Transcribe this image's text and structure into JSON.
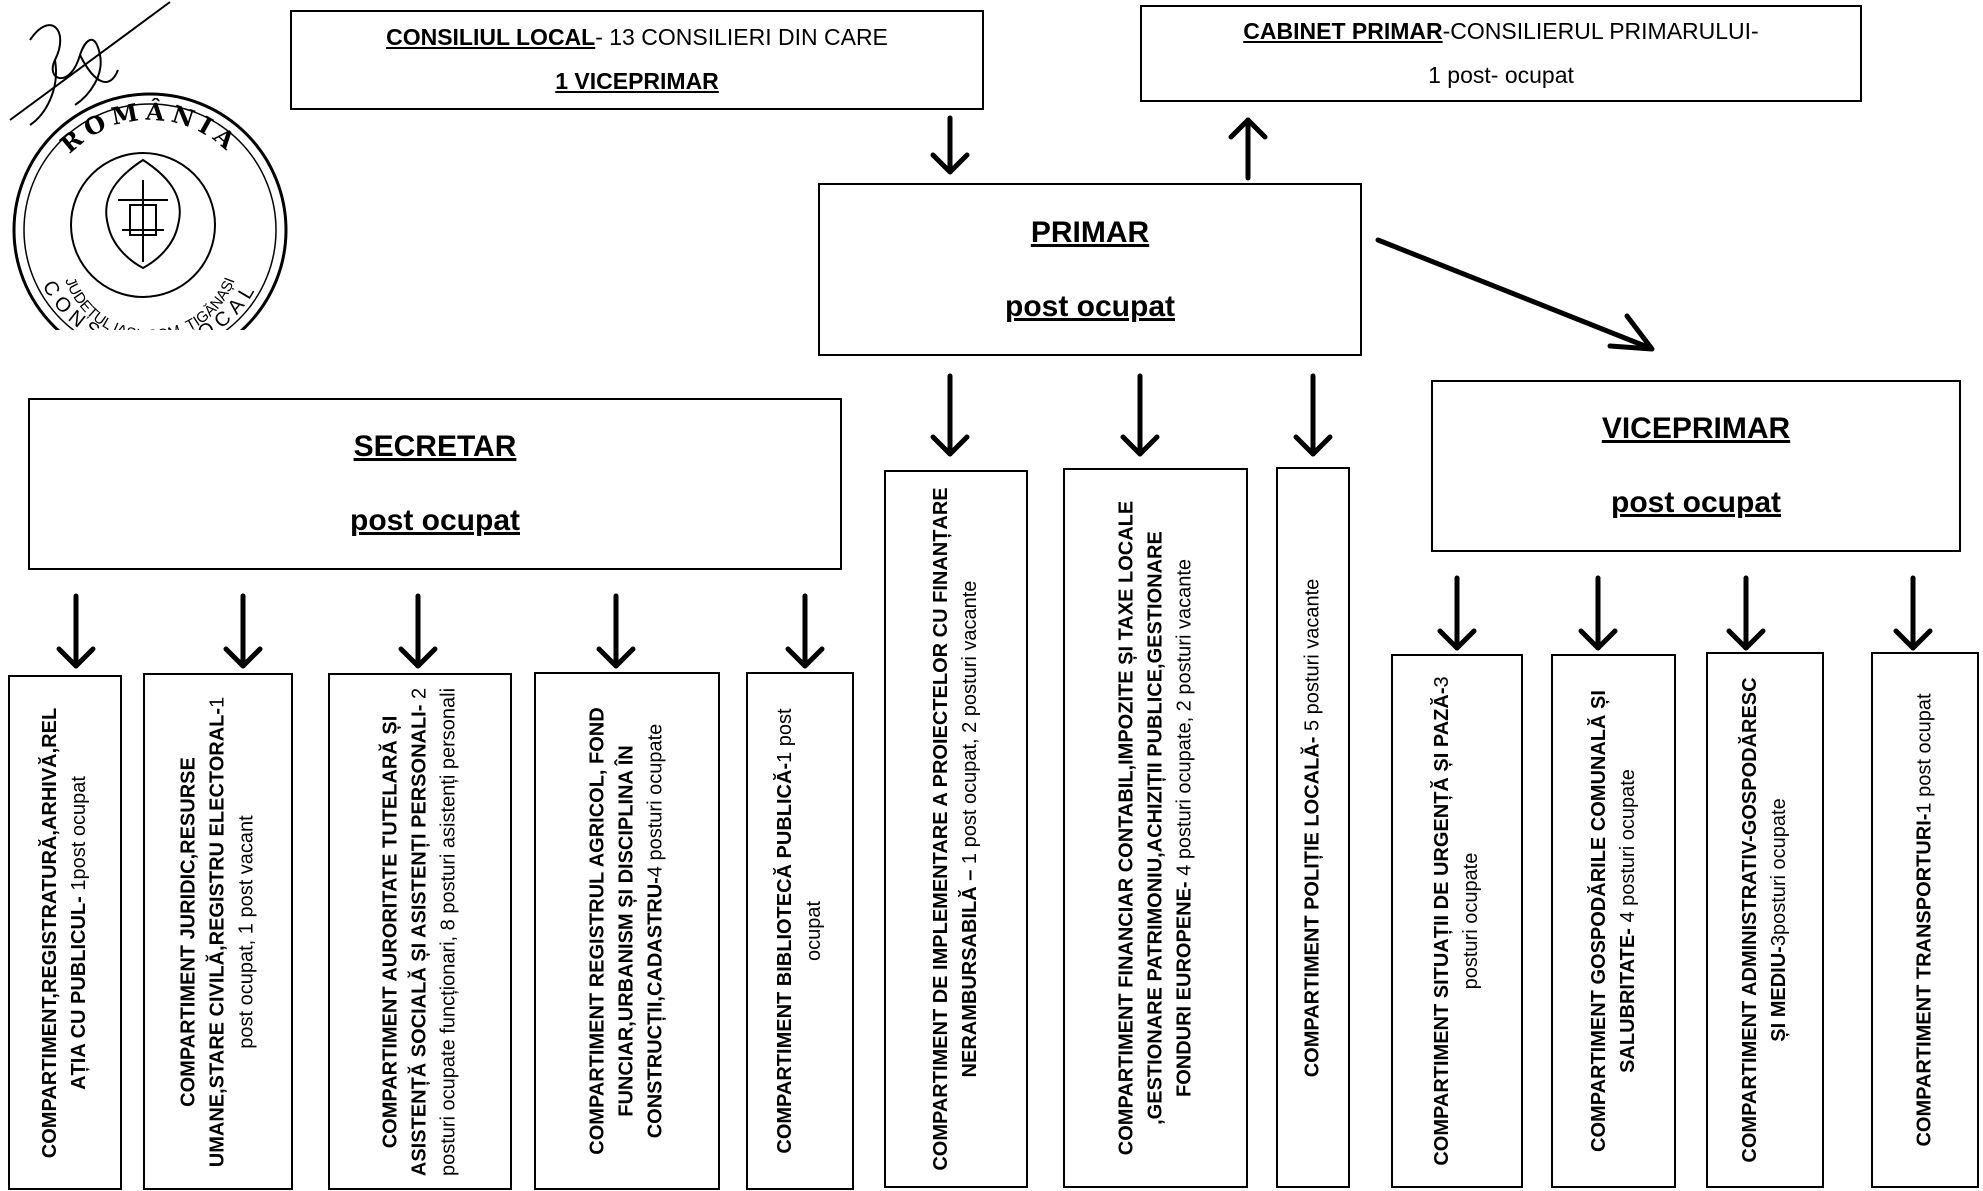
{
  "consiliu": {
    "title": "CONSILIUL LOCAL",
    "suffix": "- 13 CONSILIERI DIN CARE",
    "line2": "1 VICEPRIMAR"
  },
  "cabinet": {
    "title": "CABINET PRIMAR",
    "suffix": "-CONSILIERUL PRIMARULUI-",
    "line2": "1 post- ocupat"
  },
  "primar": {
    "title": "PRIMAR",
    "status": "post ocupat"
  },
  "secretar": {
    "title": "SECRETAR",
    "status": "post ocupat"
  },
  "viceprimar": {
    "title": "VICEPRIMAR",
    "status": "post ocupat"
  },
  "seal": {
    "top": "ROMÂNIA",
    "middle": "JUDEȚUL IAȘI, COM. ȚIGĂNAȘI",
    "bottom": "CONSILIUL LOCAL"
  },
  "compartimente": {
    "c1": {
      "bold": "COMPARTIMENT,REGISTRATURĂ,ARHIVĂ,REL AȚIA CU PUBLICUL-",
      "normal": " 1post ocupat"
    },
    "c2": {
      "bold": "COMPARTIMENT JURIDIC,RESURSE UMANE,STARE CIVILĂ,REGISTRU ELECTORAL-",
      "normal": "1 post ocupat, 1 post vacant"
    },
    "c3": {
      "bold": "COMPARTIMENT AURORITATE TUTELARĂ ȘI ASISTENȚĂ SOCIALĂ ȘI ASISTENȚI PERSONALI-",
      "normal": " 2 posturi ocupate funcționari, 8 posturi asistenți personali"
    },
    "c4": {
      "bold": "COMPARTIMENT REGISTRUL AGRICOL, FOND FUNCIAR,URBANISM ȘI DISCIPLINA ÎN CONSTRUCȚII,CADASTRU-",
      "normal": "4 posturi ocupate"
    },
    "c5": {
      "bold": "COMPARTIMENT BIBLIOTECĂ PUBLICĂ-",
      "normal": "1 post ocupat"
    },
    "c6": {
      "bold": "COMPARTIMENT DE IMPLEMENTARE A PROIECTELOR CU FINANȚARE NERAMBURSABILĂ –",
      "normal": " 1 post ocupat, 2 posturi vacante"
    },
    "c7": {
      "bold": "COMPARTIMENT FINANCIAR CONTABIL,IMPOZITE ȘI TAXE LOCALE ,GESTIONARE PATRIMONIU,ACHIZIȚII PUBLICE,GESTIONARE FONDURI EUROPENE-",
      "normal": " 4 posturi ocupate, 2 posturi  vacante"
    },
    "c8": {
      "bold": "COMPARTIMENT  POLIȚIE  LOCALĂ-",
      "normal": " 5 posturi vacante"
    },
    "c9": {
      "bold": "COMPARTIMENT SITUAȚII DE URGENȚĂ ȘI PAZĂ-",
      "normal": "3 posturi ocupate"
    },
    "c10": {
      "bold": "COMPARTIMENT GOSPODĂRILE COMUNALĂ ȘI SALUBRITATE-",
      "normal": " 4 posturi ocupate"
    },
    "c11": {
      "bold": "COMPARTIMENT ADMINISTRATIV-GOSPODĂRESC ȘI MEDIU-",
      "normal": "3posturi ocupate"
    },
    "c12": {
      "bold": "COMPARTIMENT  TRANSPORTURI-",
      "normal": "1 post ocupat"
    }
  }
}
